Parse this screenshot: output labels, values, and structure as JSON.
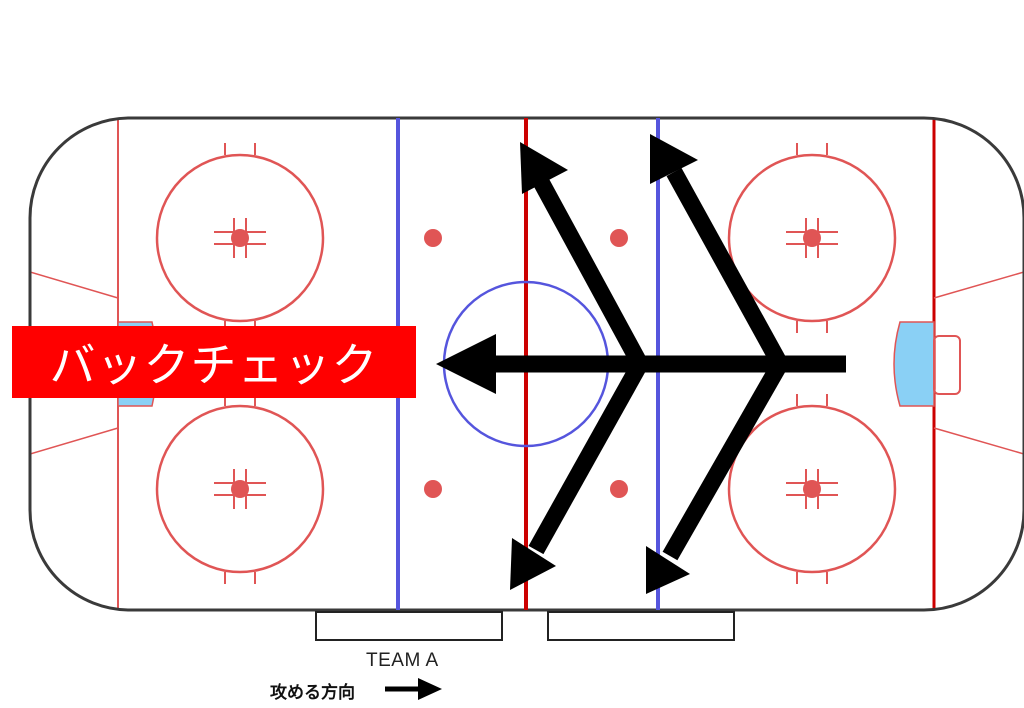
{
  "title": "バックチェック",
  "team_label": "TEAM A",
  "direction_label": "攻める方向",
  "colors": {
    "boards": "#3a3a3a",
    "red_line": "#cc0000",
    "faceoff": "#e05555",
    "blue_line": "#5555dd",
    "crease": "#8ad0f5",
    "arrow": "#000000",
    "title_bg": "#ff0000",
    "title_text": "#ffffff"
  },
  "icons": {
    "direction_arrow": "arrow-right-icon"
  }
}
